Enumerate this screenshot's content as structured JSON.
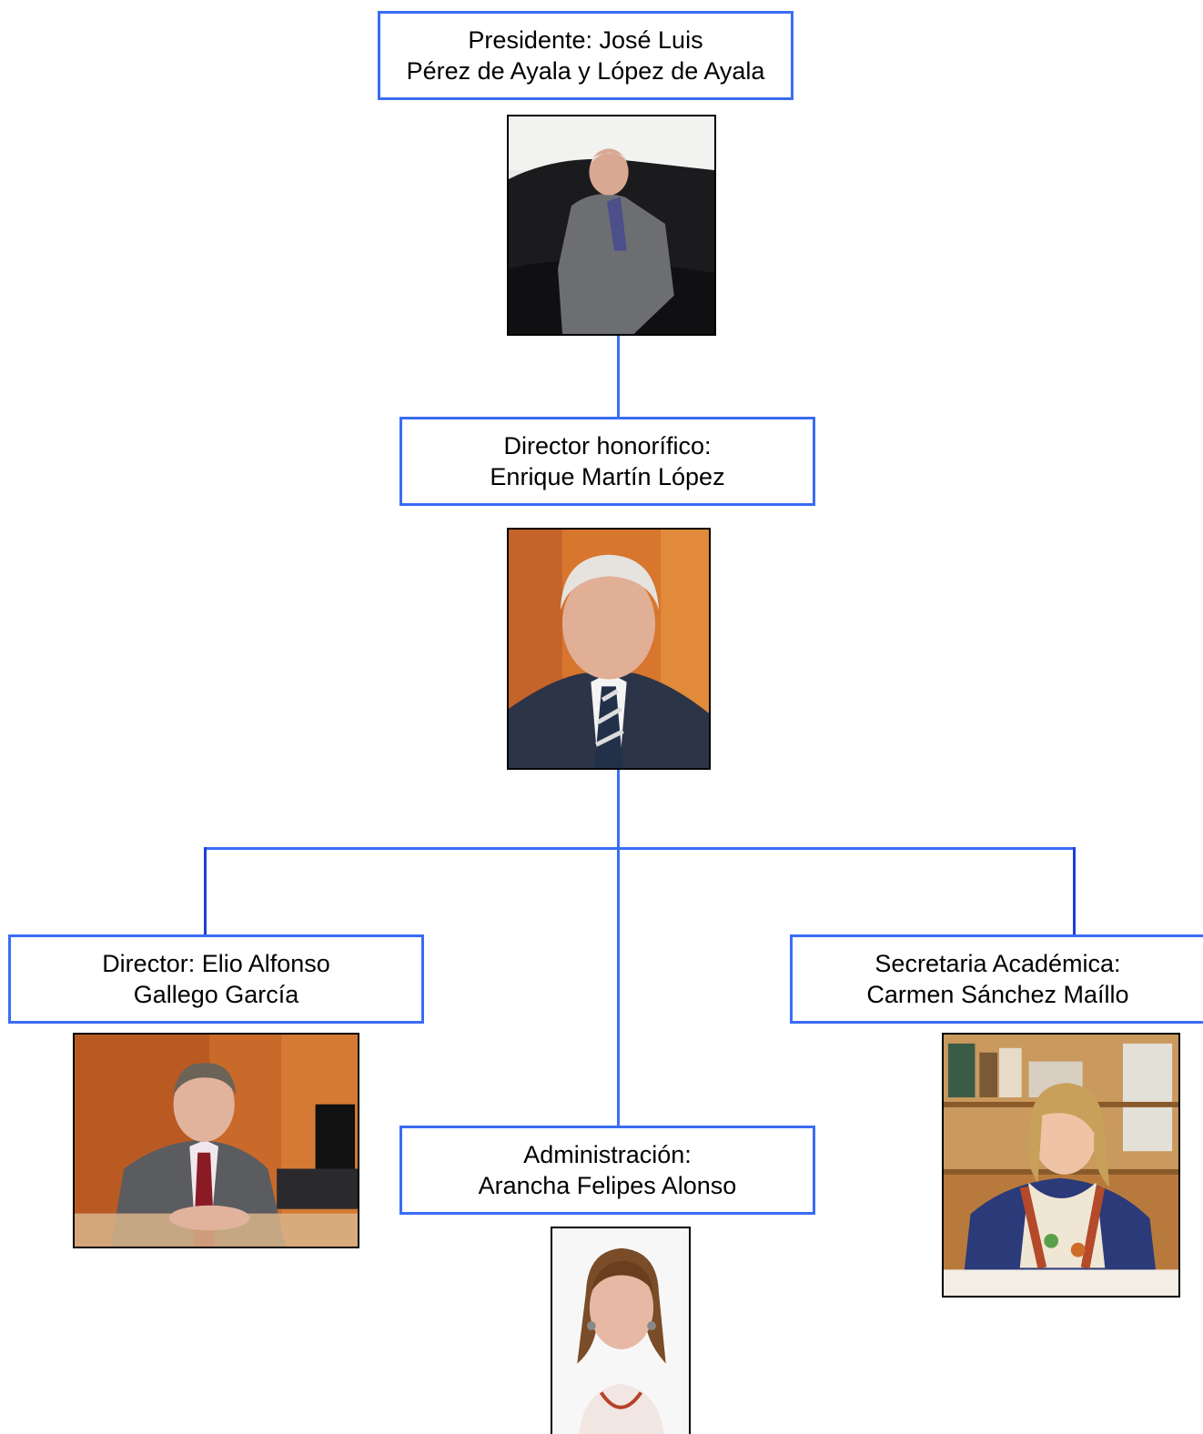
{
  "colors": {
    "box_border": "#3a6cf5",
    "connector": "#3a6cf5",
    "photo_border": "#000000"
  },
  "presidente": {
    "line1": "Presidente: José Luis",
    "line2": "Pérez de Ayala y López de Ayala"
  },
  "director_honorifico": {
    "line1": "Director honorífico:",
    "line2": "Enrique Martín López"
  },
  "director": {
    "line1": "Director: Elio Alfonso",
    "line2": "Gallego García"
  },
  "secretaria": {
    "line1": "Secretaria Académica:",
    "line2": "Carmen Sánchez Maíllo"
  },
  "administracion": {
    "line1": "Administración:",
    "line2": "Arancha Felipes Alonso"
  }
}
